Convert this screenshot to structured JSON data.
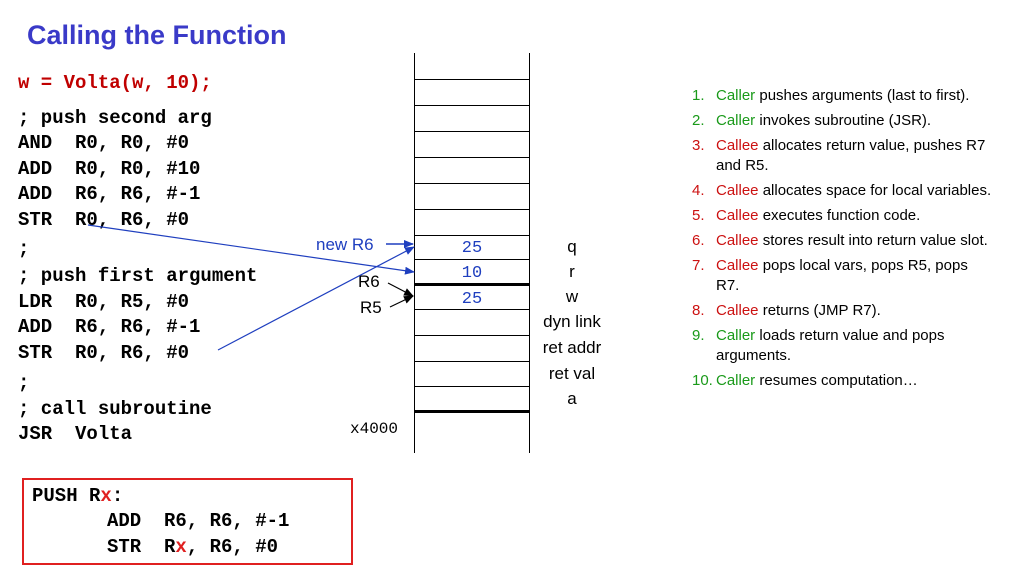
{
  "title": "Calling the Function",
  "code": {
    "call": "w = Volta(w, 10);",
    "lines": [
      "; push second arg",
      "AND  R0, R0, #0",
      "ADD  R0, R0, #10",
      "ADD  R6, R6, #-1",
      "STR  R0, R6, #0",
      ";",
      "; push first argument",
      "LDR  R0, R5, #0",
      "ADD  R6, R6, #-1",
      "STR  R0, R6, #0",
      ";",
      "; call subroutine",
      "JSR  Volta"
    ]
  },
  "stack": {
    "values": [
      "25",
      "10",
      "25"
    ],
    "pointers": {
      "new_r6": "new R6",
      "r6": "R6",
      "r5": "R5"
    },
    "address": "x4000"
  },
  "frame_labels": [
    "q",
    "r",
    "w",
    "dyn link",
    "ret addr",
    "ret val",
    "a"
  ],
  "steps": [
    {
      "num": "1.",
      "who": "Caller",
      "text": " pushes arguments (last to first)."
    },
    {
      "num": "2.",
      "who": "Caller",
      "text": " invokes subroutine (JSR)."
    },
    {
      "num": "3.",
      "who": "Callee",
      "text": " allocates return value, pushes R7 and R5."
    },
    {
      "num": "4.",
      "who": "Callee",
      "text": " allocates space for local variables."
    },
    {
      "num": "5.",
      "who": "Callee",
      "text": " executes function code."
    },
    {
      "num": "6.",
      "who": "Callee",
      "text": " stores result into return value slot."
    },
    {
      "num": "7.",
      "who": "Callee",
      "text": " pops local vars, pops R5, pops R7."
    },
    {
      "num": "8.",
      "who": "Callee",
      "text": " returns (JMP R7)."
    },
    {
      "num": "9.",
      "who": "Caller",
      "text": " loads return value and pops arguments."
    },
    {
      "num": "10.",
      "who": "Caller",
      "text": " resumes computation…"
    }
  ],
  "push_box": {
    "header_prefix": "PUSH R",
    "x": "x",
    "header_suffix": ":",
    "line1": "ADD  R6, R6, #-1",
    "line2_prefix": "STR  R",
    "line2_suffix": ", R6, #0"
  },
  "colors": {
    "title": "#3a3ac8",
    "call": "#c00000",
    "caller": "#1a9a1a",
    "callee": "#cc1111",
    "stack_value": "#1f3fbf",
    "pointer_new": "#1f3fbf",
    "box_border": "#e02020"
  }
}
